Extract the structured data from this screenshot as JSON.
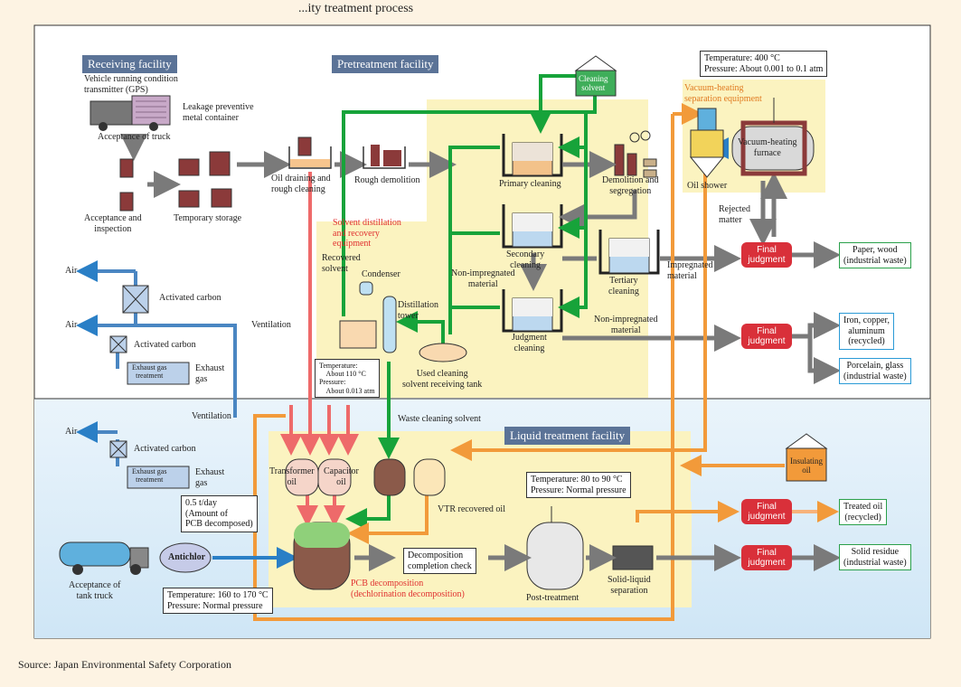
{
  "header_fragment": "...ity treatment process",
  "sections": {
    "receiving": "Receiving facility",
    "pretreatment": "Pretreatment facility",
    "liquid": "Liquid treatment facility"
  },
  "labels": {
    "gps": "Vehicle running condition\ntransmitter (GPS)",
    "leakage": "Leakage preventive\nmetal container",
    "truck": "Acceptance of truck",
    "acceptance_inspection": "Acceptance and\ninspection",
    "temporary_storage": "Temporary storage",
    "oil_draining": "Oil draining and\nrough cleaning",
    "rough_demolition": "Rough demolition",
    "primary_cleaning": "Primary cleaning",
    "demolition_segregation": "Demolition and\nsegregation",
    "secondary_cleaning": "Secondary\ncleaning",
    "tertiary_cleaning": "Tertiary\ncleaning",
    "judgment_cleaning": "Judgment\ncleaning",
    "non_impregnated_1": "Non-impregnated\nmaterial",
    "non_impregnated_2": "Non-impregnated\nmaterial",
    "impregnated": "Impregnated\nmaterial",
    "solvent_distillation": "Solvent distillation\nand recovery\nequipment",
    "recovered_solvent": "Recovered\nsolvent",
    "condenser": "Condenser",
    "distillation_tower": "Distillation\ntower",
    "used_cleaning": "Used cleaning\nsolvent receiving tank",
    "distill_conditions": "Temperature:\n    About 110 °C\nPressure:\n    About 0.013 atm",
    "cleaning_solvent": "Cleaning\nsolvent",
    "vacuum_equipment": "Vacuum-heating\nseparation equipment",
    "vacuum_conditions": "Temperature: 400 °C\nPressure: About 0.001 to 0.1 atm",
    "vacuum_furnace": "Vacuum-heating\nfurnace",
    "oil_shower": "Oil shower",
    "rejected": "Rejected\nmatter",
    "air1": "Air",
    "air2": "Air",
    "air3": "Air",
    "activated1": "Activated carbon",
    "activated2": "Activated carbon",
    "activated3": "Activated carbon",
    "ventilation1": "Ventilation",
    "ventilation2": "Ventilation",
    "exhaust_treatment1": "Exhaust gas\ntreatment",
    "exhaust_treatment2": "Exhaust gas\ntreatment",
    "exhaust_gas1": "Exhaust\ngas",
    "exhaust_gas2": "Exhaust\ngas",
    "waste_cleaning": "Waste cleaning solvent",
    "transformer_oil": "Transformer\noil",
    "capacitor_oil": "Capacitor\noil",
    "insulating_oil": "Insulating\noil",
    "vtr_recovered": "VTR recovered oil",
    "pcb_amount": "0.5 t/day\n(Amount of\nPCB decomposed)",
    "decomp_check": "Decomposition\ncompletion check",
    "post_conditions": "Temperature: 80 to 90 °C\nPressure: Normal pressure",
    "post_treatment": "Post-treatment",
    "solid_liquid": "Solid-liquid\nseparation",
    "pcb_decomp": "PCB decomposition\n(dechlorination decomposition)",
    "reactor_conditions": "Temperature: 160 to 170 °C\nPressure: Normal pressure",
    "antichlor": "Antichlor",
    "tank_truck": "Acceptance of\ntank truck"
  },
  "judgments": [
    "Final\njudgment",
    "Final\njudgment",
    "Final\njudgment",
    "Final\njudgment"
  ],
  "outputs": {
    "paper": "Paper, wood\n(industrial waste)",
    "iron": "Iron, copper,\naluminum\n(recycled)",
    "porcelain": "Porcelain, glass\n(industrial waste)",
    "treated_oil": "Treated oil\n(recycled)",
    "solid_residue": "Solid residue\n(industrial waste)"
  },
  "source": "Source: Japan Environmental Safety Corporation",
  "colors": {
    "green_flow": "#17a33a",
    "gray_flow": "#7a7a7a",
    "orange_flow": "#f29a3a",
    "pink_flow": "#ee6a6a",
    "blue_flow": "#2a7fc6",
    "header_bg": "#5b7397",
    "judge_red": "#d9303a",
    "yellow_zone": "#fbf3c0"
  }
}
